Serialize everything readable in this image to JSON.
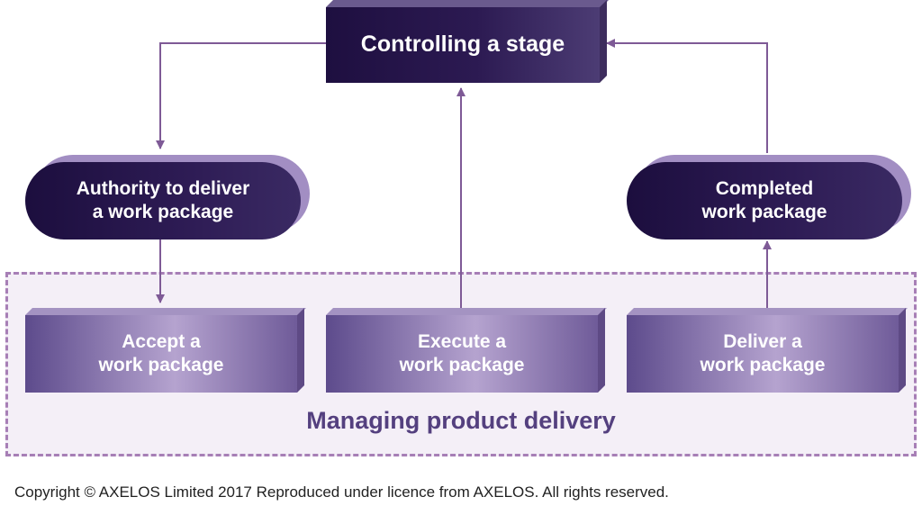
{
  "diagram": {
    "header": {
      "label": "Controlling a stage"
    },
    "outputs": [
      {
        "id": "authority",
        "line1": "Authority to deliver",
        "line2": "a work package"
      },
      {
        "id": "completed",
        "line1": "Completed",
        "line2": "work package"
      }
    ],
    "processes": [
      {
        "id": "accept",
        "line1": "Accept a",
        "line2": "work package"
      },
      {
        "id": "execute",
        "line1": "Execute a",
        "line2": "work package"
      },
      {
        "id": "deliver",
        "line1": "Deliver a",
        "line2": "work package"
      }
    ],
    "group_label": "Managing product delivery"
  },
  "footer": {
    "copyright": "Copyright © AXELOS Limited 2017 Reproduced under licence from AXELOS. All rights reserved."
  },
  "colors": {
    "connector": "#7e5a96",
    "group_border": "#a77fb6",
    "group_fill": "#f4eff7",
    "header_fill": "#1e0f40",
    "process_fill": "#5d4b8c",
    "group_label": "#54407f"
  }
}
